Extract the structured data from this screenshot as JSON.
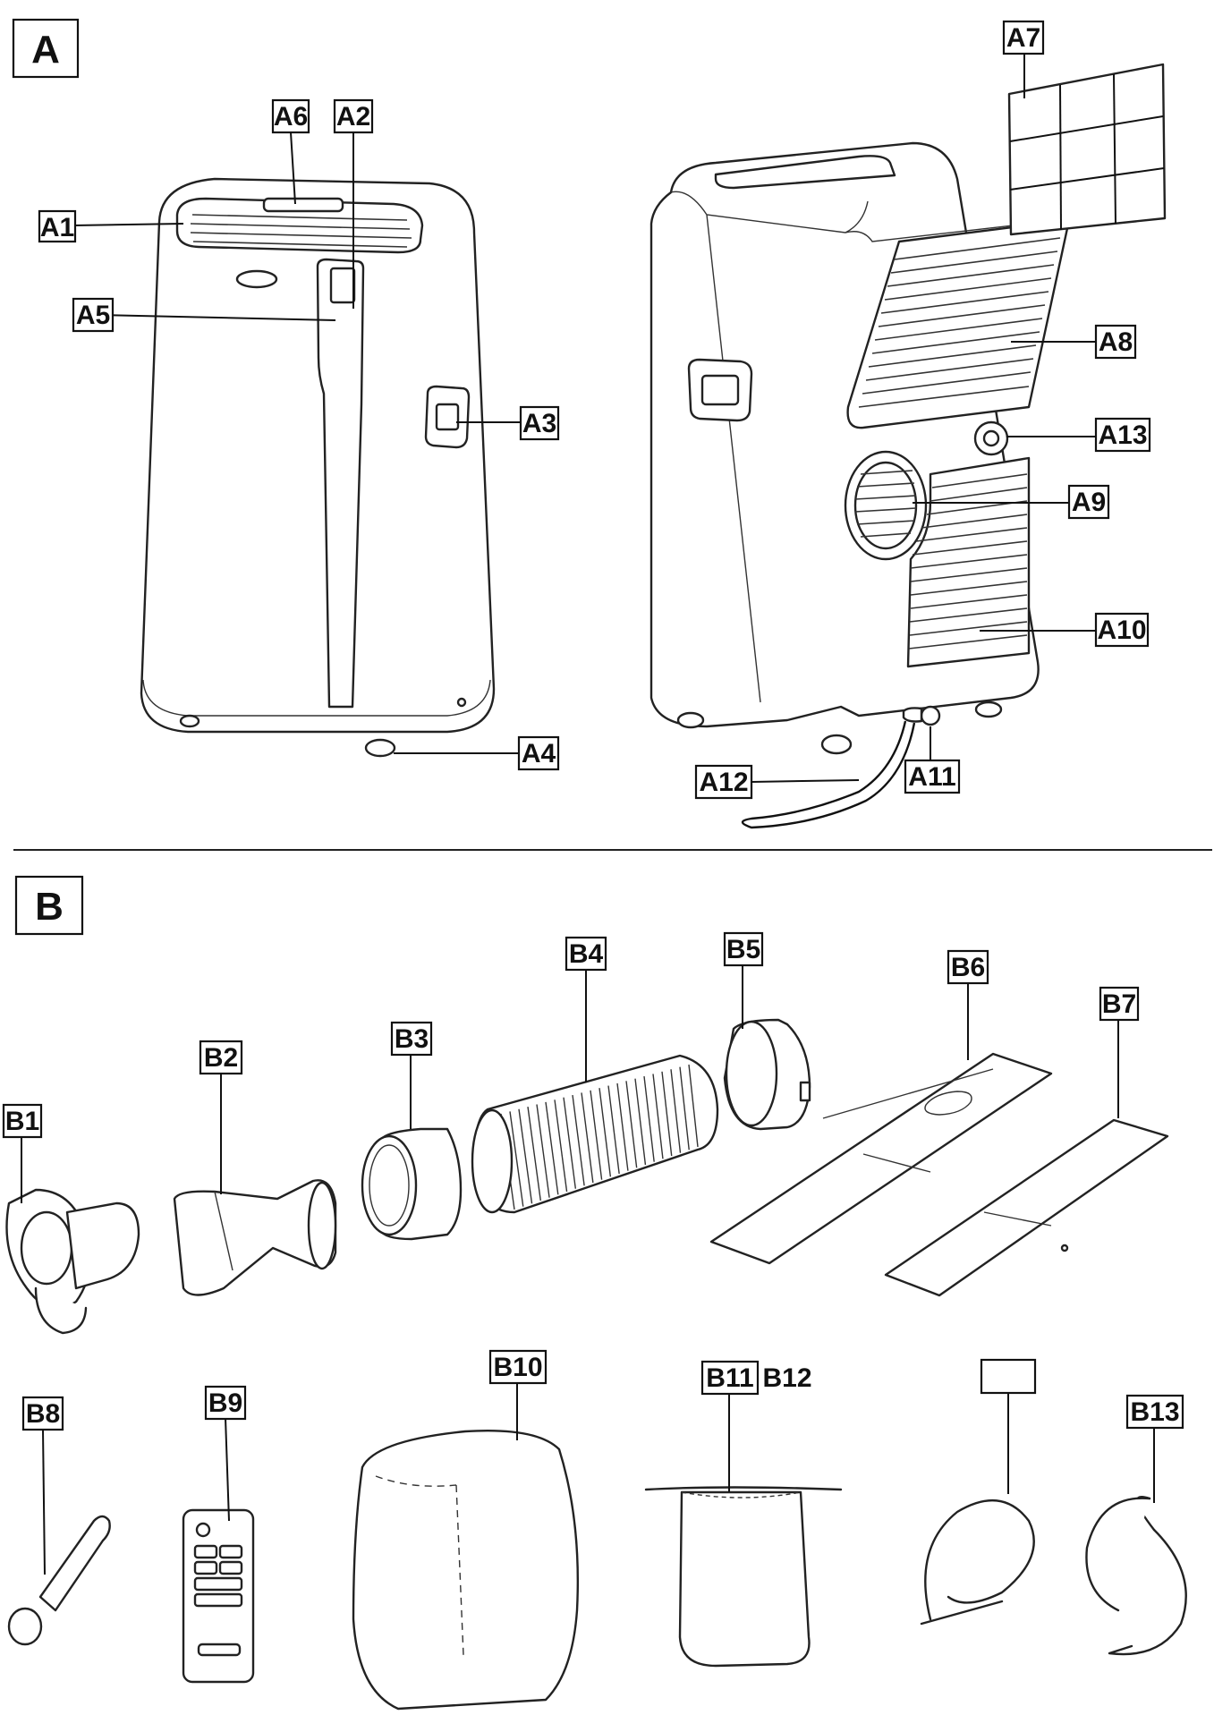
{
  "sections": {
    "a": "A",
    "b": "B"
  },
  "labels": {
    "A1": "A1",
    "A2": "A2",
    "A3": "A3",
    "A4": "A4",
    "A5": "A5",
    "A6": "A6",
    "A7": "A7",
    "A8": "A8",
    "A9": "A9",
    "A10": "A10",
    "A11": "A11",
    "A12": "A12",
    "A13": "A13",
    "B1": "B1",
    "B2": "B2",
    "B3": "B3",
    "B4": "B4",
    "B5": "B5",
    "B6": "B6",
    "B7": "B7",
    "B8": "B8",
    "B9": "B9",
    "B10": "B10",
    "B11": "B11",
    "B12": "B12",
    "B13": "B13"
  },
  "icons": {
    "front_unit": "portable-air-conditioner-front",
    "rear_unit": "portable-air-conditioner-rear",
    "remote": "remote-control-icon",
    "cover": "protective-cover-icon",
    "bag": "storage-bag-icon",
    "seal": "foam-seal-strip-icon",
    "ring": "ring-gasket-icon"
  }
}
